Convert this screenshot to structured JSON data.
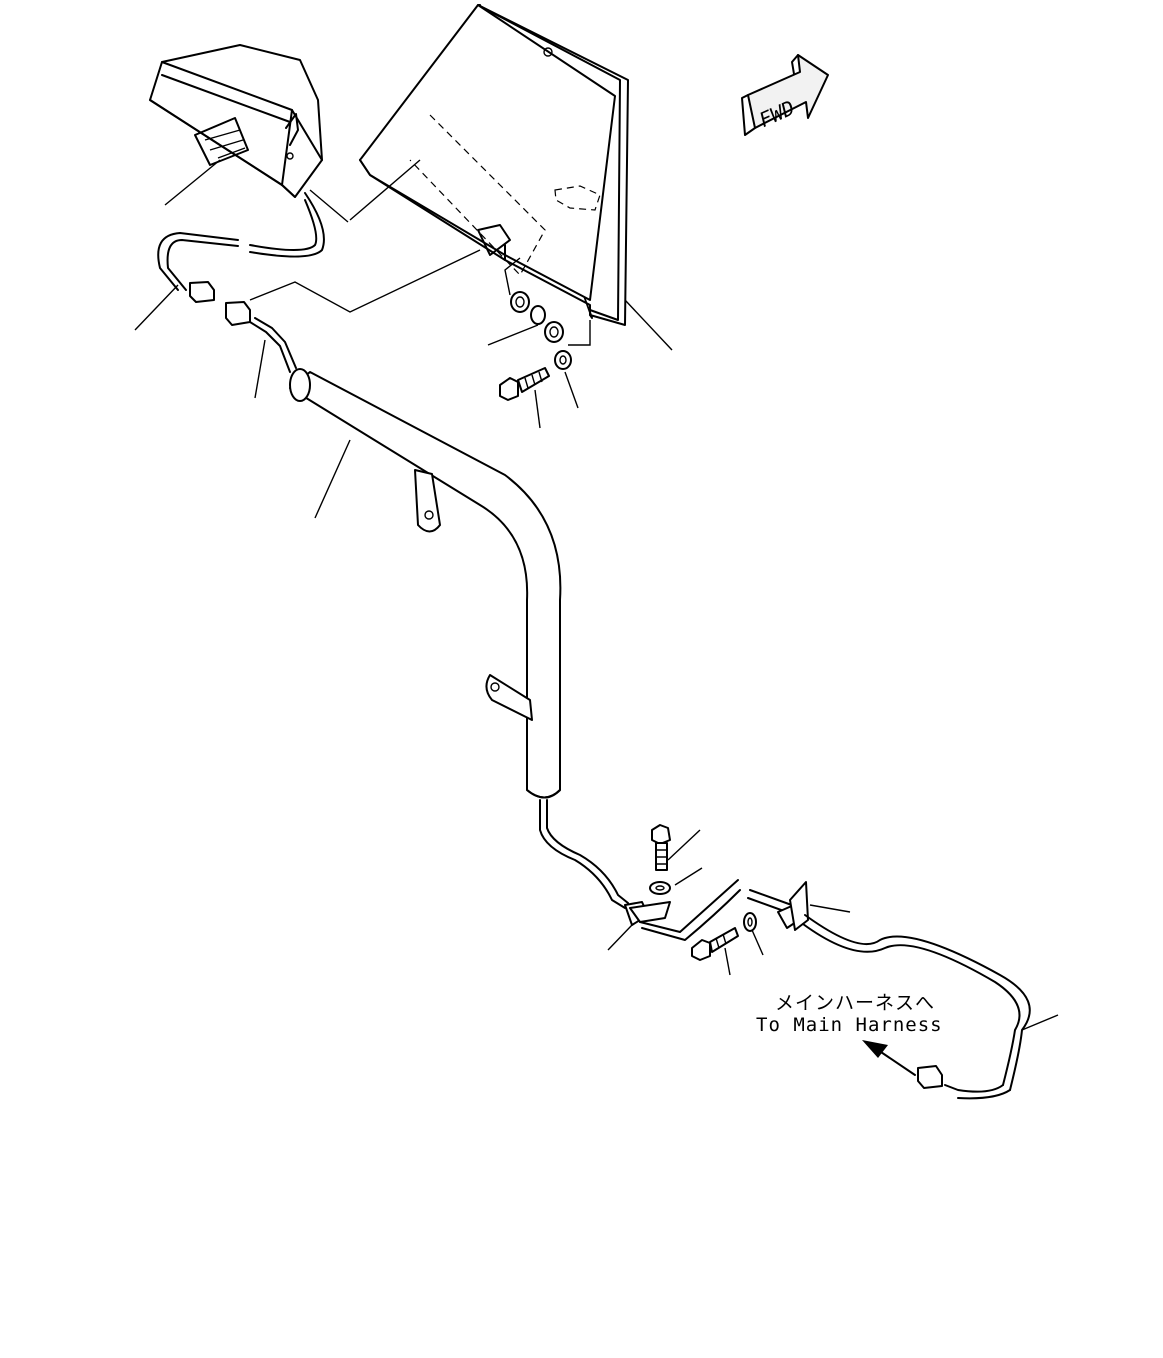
{
  "fwd_label": "FWD",
  "destination": {
    "label_ja": "メインハーネスへ",
    "label_en": "To Main Harness"
  },
  "colors": {
    "line": "#000000",
    "background": "#ffffff"
  }
}
